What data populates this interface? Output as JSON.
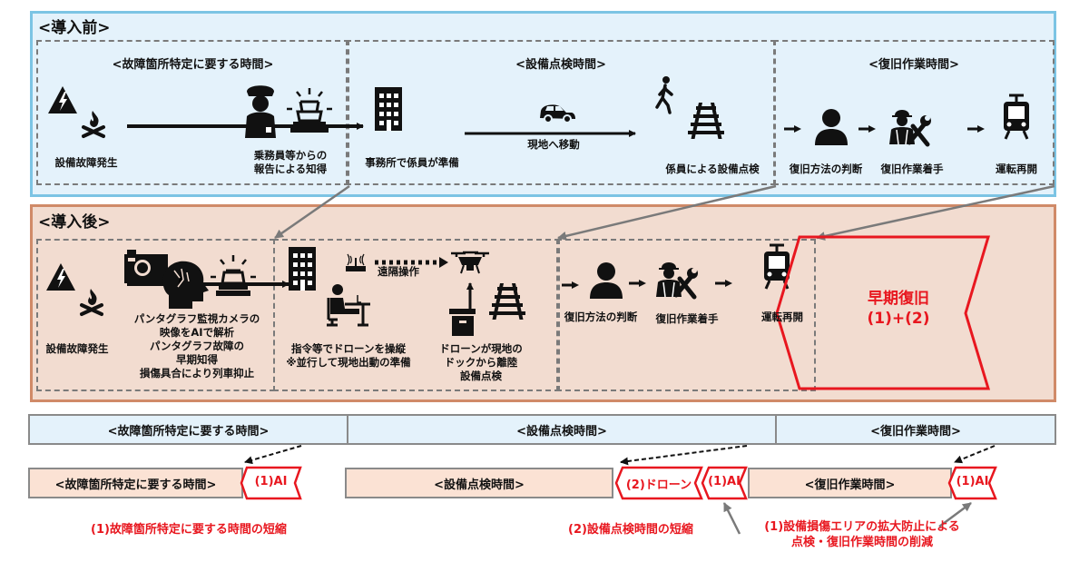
{
  "colors": {
    "before_bg": "#e4f2fb",
    "before_border": "#7cc4e4",
    "after_bg": "#f2dcd0",
    "after_border": "#d08a68",
    "accent_red": "#e8171f",
    "dash_gray": "#7a7a7a"
  },
  "before": {
    "title": "<導入前>",
    "sections": [
      {
        "title": "<故障箇所特定に要する時間>",
        "steps": [
          {
            "icon": "warning-fire-icon",
            "label": "設備故障発生"
          },
          {
            "icon": "conductor-alarm-icon",
            "label_lines": [
              "乗務員等からの",
              "報告による知得"
            ]
          }
        ]
      },
      {
        "title": "<設備点検時間>",
        "steps": [
          {
            "icon": "office-building-icon",
            "label": "事務所で係員が準備"
          },
          {
            "icon": "car-icon",
            "label": "現地へ移動"
          },
          {
            "icon": "walker-rail-icon",
            "label": "係員による設備点検"
          }
        ]
      },
      {
        "title": "<復旧作業時間>",
        "steps": [
          {
            "icon": "person-icon",
            "label": "復旧方法の判断"
          },
          {
            "icon": "worker-wrench-icon",
            "label": "復旧作業着手"
          },
          {
            "icon": "train-icon",
            "label": "運転再開"
          }
        ]
      }
    ]
  },
  "after": {
    "title": "<導入後>",
    "sections": [
      {
        "steps": [
          {
            "icon": "warning-fire-icon",
            "label": "設備故障発生"
          },
          {
            "icon": "camera-ai-alarm-icon",
            "label_lines": [
              "パンタグラフ監視カメラの",
              "映像をAIで解析",
              "パンタグラフ故障の",
              "早期知得",
              "損傷具合により列車抑止"
            ]
          }
        ]
      },
      {
        "steps": [
          {
            "icon": "office-operator-icon",
            "label_lines": [
              "指令等でドローンを操縦",
              "※並行して現地出動の準備"
            ]
          },
          {
            "icon": "drone-icon",
            "label": "遠隔操作"
          },
          {
            "icon": "dock-rail-icon",
            "label_lines": [
              "ドローンが現地の",
              "ドックから離陸",
              "設備点検"
            ]
          }
        ]
      },
      {
        "steps": [
          {
            "icon": "person-icon",
            "label": "復旧方法の判断"
          },
          {
            "icon": "worker-wrench-icon",
            "label": "復旧作業着手"
          },
          {
            "icon": "train-icon",
            "label": "運転再開"
          }
        ]
      }
    ],
    "result": {
      "line1": "早期復旧",
      "line2": "(1)+(2)"
    }
  },
  "timeline": {
    "before_bars": [
      "<故障箇所特定に要する時間>",
      "<設備点検時間>",
      "<復旧作業時間>"
    ],
    "after_bars": [
      "<故障箇所特定に要する時間>",
      "<設備点検時間>",
      "<復旧作業時間>"
    ],
    "tags": [
      "(1)AI",
      "(2)ドローン",
      "(1)AI",
      "(1)AI"
    ],
    "notes": {
      "note1": "(1)故障箇所特定に要する時間の短縮",
      "note2": "(2)設備点検時間の短縮",
      "note3_lines": [
        "(1)設備損傷エリアの拡大防止による",
        "点検・復旧作業時間の削減"
      ]
    }
  }
}
